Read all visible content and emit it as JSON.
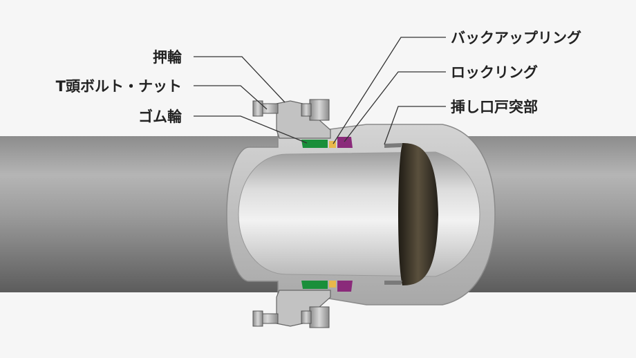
{
  "labels": {
    "push_ring": "押輪",
    "t_bolt_nut": "T頭ボルト・ナット",
    "rubber_ring": "ゴム輪",
    "backup_ring": "バックアップリング",
    "lock_ring": "ロックリング",
    "spigot_protrusion": "挿し口戸突部"
  },
  "colors": {
    "background": "#f6f6f6",
    "rubber_ring": "#1a8f3a",
    "backup_ring": "#e8b84a",
    "lock_ring": "#8a2a7a",
    "spigot_liner": "#3b3427"
  }
}
